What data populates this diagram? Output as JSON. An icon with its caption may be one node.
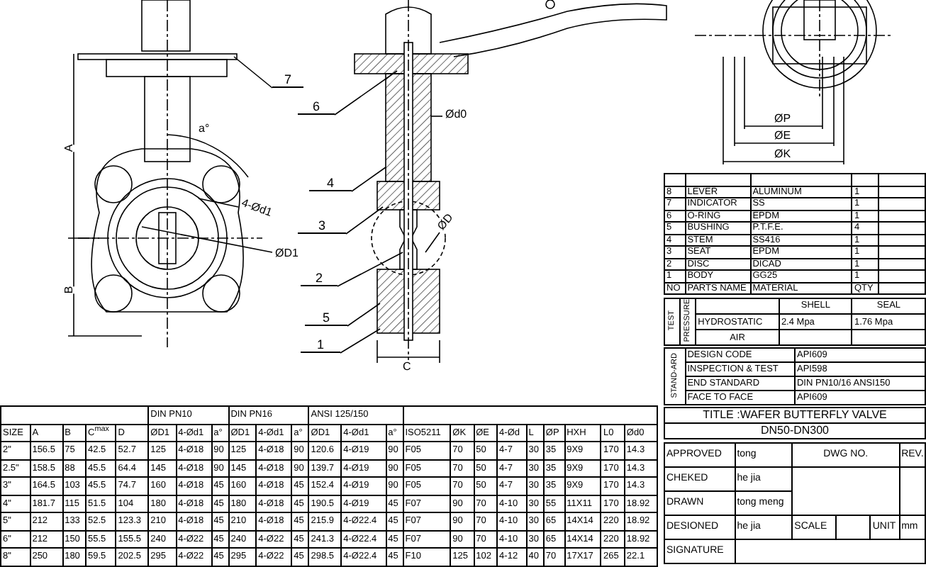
{
  "diagram": {
    "nodes": [
      {
        "text": [
          "7"
        ]
      },
      {
        "text": [
          "6"
        ]
      },
      {
        "text": [
          "4"
        ]
      },
      {
        "text": [
          "3"
        ]
      },
      {
        "text": [
          "2"
        ]
      },
      {
        "text": [
          "5"
        ]
      },
      {
        "text": [
          "1"
        ]
      }
    ],
    "edges": [
      {
        "from": 0,
        "to": null,
        "arrow": "none"
      },
      {
        "from": 1,
        "to": null,
        "arrow": "none"
      },
      {
        "from": 2,
        "to": null,
        "arrow": "none"
      },
      {
        "from": 3,
        "to": null,
        "arrow": "none"
      },
      {
        "from": 4,
        "to": null,
        "arrow": "none"
      },
      {
        "from": 5,
        "to": null,
        "arrow": "none"
      },
      {
        "from": 6,
        "to": null,
        "arrow": "none"
      }
    ],
    "labels": [
      "a°",
      "Ød0",
      "4-Ød1",
      "ØD",
      "ØD1",
      "A",
      "B",
      "C",
      "ØP",
      "ØE",
      "ØK",
      "8",
      "LEVER",
      "ALUMINUM",
      "1",
      "7",
      "INDICATOR",
      "SS",
      "1",
      "6",
      "O-RING",
      "EPDM",
      "1",
      "5",
      "BUSHING",
      "P.T.F.E.",
      "4",
      "4",
      "STEM",
      "SS416",
      "1",
      "3",
      "SEAT",
      "EPDM",
      "1",
      "2",
      "DISC",
      "DICAD",
      "1",
      "1",
      "BODY",
      "GG25",
      "1",
      "NO",
      "PARTS NAME",
      "MATERIAL",
      "QTY",
      "TEST",
      "PRESSURE",
      "SHELL",
      "SEAL",
      "HYDROSTATIC",
      "2.4 Mpa",
      "1.76 Mpa",
      "AIR",
      "STAND-ARD",
      "DESIGN CODE",
      "API609",
      "INSPECTION & TEST",
      "API598",
      "END STANDARD",
      "DIN PN10/16 ANSI150",
      "FACE TO FACE",
      "API609",
      "TITLE :WAFER BUTTERFLY VALVE",
      "DN50-DN300",
      "APPROVED",
      "tong",
      "DWG NO.",
      "REV.",
      "CHEKED",
      "he jia",
      "DRAWN",
      "tong meng",
      "DESIONED",
      "he jia",
      "SCALE",
      "UNIT",
      "mm",
      "SIGNATURE",
      "DIN PN10",
      "DIN PN16",
      "ANSI 125/150",
      "SIZE",
      "A",
      "B",
      "C$^{max}$",
      "D",
      "ØD1",
      "4-Ød1",
      "a°",
      "ØD1",
      "4-Ød1",
      "a°",
      "ØD1",
      "4-Ød1",
      "a°",
      "ISO5211",
      "ØK",
      "ØE",
      "4-Ød",
      "L",
      "ØP",
      "HXH",
      "L0",
      "Ød0",
      "2\"",
      "156.5",
      "75",
      "42.5",
      "52.7",
      "125",
      "4-Ø18",
      "90",
      "125",
      "4-Ø18",
      "90",
      "120.6",
      "4-Ø19",
      "90",
      "F05",
      "70",
      "50",
      "4-7",
      "30",
      "35",
      "9X9",
      "170",
      "14.3",
      "2.5\"",
      "158.5",
      "88",
      "45.5",
      "64.4",
      "145",
      "4-Ø18",
      "90",
      "145",
      "4-Ø18",
      "90",
      "139.7",
      "4-Ø19",
      "90",
      "F05",
      "70",
      "50",
      "4-7",
      "30",
      "35",
      "9X9",
      "170",
      "14.3",
      "3\"",
      "164.5",
      "103",
      "45.5",
      "74.7",
      "160",
      "4-Ø18",
      "45",
      "160",
      "4-Ø18",
      "45",
      "152.4",
      "4-Ø19",
      "90",
      "F05",
      "70",
      "50",
      "4-7",
      "30",
      "35",
      "9X9",
      "170",
      "14.3",
      "4\"",
      "181.7",
      "115",
      "51.5",
      "104",
      "180",
      "4-Ø18",
      "45",
      "180",
      "4-Ø18",
      "45",
      "190.5",
      "4-Ø19",
      "45",
      "F07",
      "90",
      "70",
      "4-10",
      "30",
      "55",
      "11X11",
      "170",
      "18.92",
      "5\"",
      "212",
      "133",
      "52.5",
      "123.3",
      "210",
      "4-Ø18",
      "45",
      "210",
      "4-Ø18",
      "45",
      "215.9",
      "4-Ø22.4",
      "45",
      "F07",
      "90",
      "70",
      "4-10",
      "30",
      "65",
      "14X14",
      "220",
      "18.92",
      "6\"",
      "212",
      "150",
      "55.5",
      "155.5",
      "240",
      "4-Ø22",
      "45",
      "240",
      "4-Ø22",
      "45",
      "241.3",
      "4-Ø22.4",
      "45",
      "F07",
      "90",
      "70",
      "4-10",
      "30",
      "65",
      "14X14",
      "220",
      "18.92",
      "8\"",
      "250",
      "180",
      "59.5",
      "202.5",
      "295",
      "4-Ø22",
      "45",
      "295",
      "4-Ø22",
      "45",
      "298.5",
      "4-Ø22.4",
      "45",
      "F10",
      "125",
      "102",
      "4-12",
      "40",
      "70",
      "17X17",
      "265",
      "22.1"
    ]
  }
}
